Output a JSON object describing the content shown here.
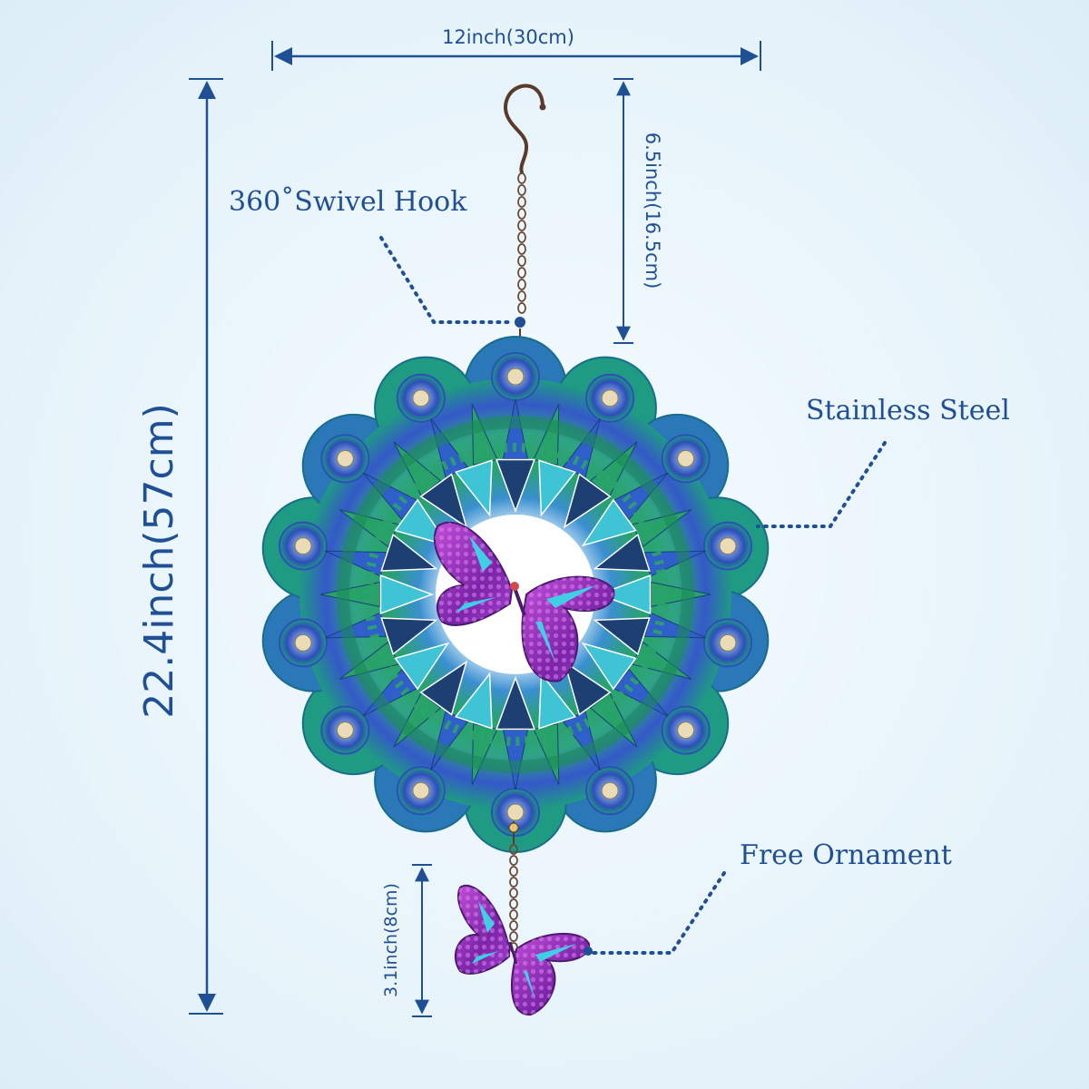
{
  "dimensions": {
    "width_label": "12inch(30cm)",
    "height_label": "22.4inch(57cm)",
    "hook_length_label": "6.5inch(16.5cm)",
    "ornament_length_label": "3.1inch(8cm)"
  },
  "callouts": {
    "hook": "360˚Swivel Hook",
    "material": "Stainless Steel",
    "ornament": "Free Ornament"
  },
  "colors": {
    "accent": "#1f4f95",
    "teal": "#1fa08c",
    "green": "#2e9e5e",
    "blue": "#2f5fc8",
    "purple": "#8a2fb8",
    "magenta": "#b63fc9",
    "cyan": "#3fd0e6"
  }
}
